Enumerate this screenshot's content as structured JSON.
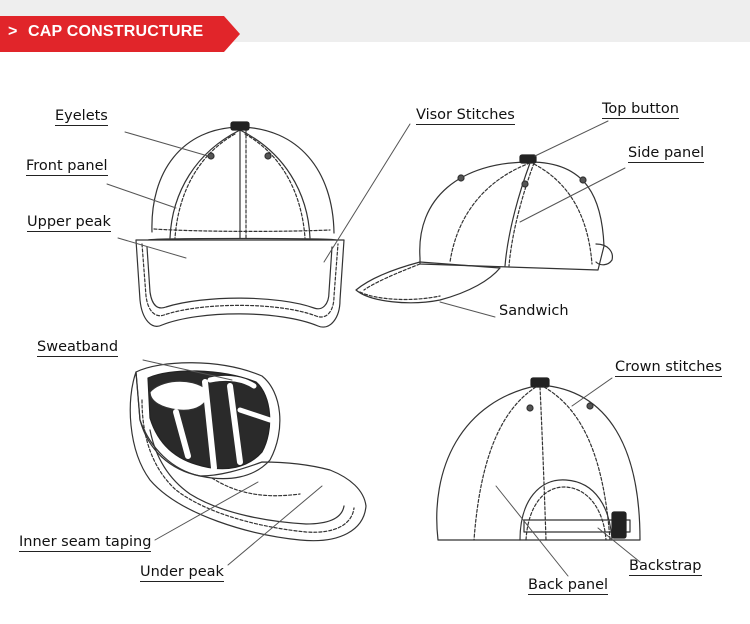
{
  "header": {
    "chevron": ">",
    "title": "CAP CONSTRUCTURE",
    "accent_color": "#e1252a",
    "bar_color": "#eeeeee"
  },
  "labels": {
    "eyelets": "Eyelets",
    "front_panel": "Front panel",
    "upper_peak": "Upper peak",
    "visor_stitches": "Visor Stitches",
    "top_button": "Top button",
    "side_panel": "Side panel",
    "sandwich": "Sandwich",
    "sweatband": "Sweatband",
    "crown_stitches": "Crown stitches",
    "inner_seam_taping": "Inner seam taping",
    "under_peak": "Under peak",
    "backstrap": "Backstrap",
    "back_panel": "Back panel"
  }
}
